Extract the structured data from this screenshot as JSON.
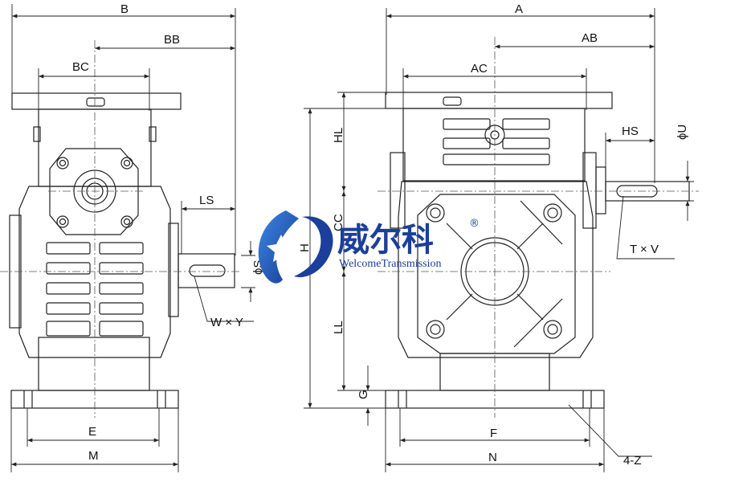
{
  "labels": {
    "B": "B",
    "BB": "BB",
    "BC": "BC",
    "LS": "LS",
    "S": "ϕS",
    "WY": "W × Y",
    "E": "E",
    "M": "M",
    "A": "A",
    "AB": "AB",
    "AC": "AC",
    "HS": "HS",
    "U": "ϕU",
    "TV": "T × V",
    "HL": "HL",
    "H": "H",
    "CC": "CC",
    "LL": "LL",
    "G": "G",
    "F": "F",
    "N": "N",
    "Z": "4-Z"
  },
  "logo": {
    "chinese": "威尔科",
    "english": "WelcomeTransmission",
    "registered": "®"
  },
  "colors": {
    "line": "#222222",
    "center": "#555555",
    "brand": "#1b3f9a",
    "brand_light": "#2f6fd0"
  }
}
